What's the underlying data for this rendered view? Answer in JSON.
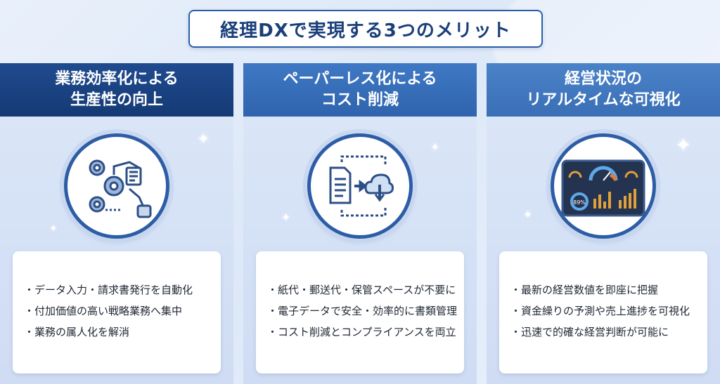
{
  "title": "経理DXで実現する3つのメリット",
  "columns": [
    {
      "heading_line1": "業務効率化による",
      "heading_line2": "生産性の向上",
      "icon": "gears-robot-arm-icon",
      "bullets": [
        "・データ入力・請求書発行を自動化",
        "・付加価値の高い戦略業務へ集中",
        "・業務の属人化を解消"
      ]
    },
    {
      "heading_line1": "ペーパーレス化による",
      "heading_line2": "コスト削減",
      "icon": "document-to-cloud-icon",
      "bullets": [
        "・紙代・郵送代・保管スペースが不要に",
        "・電子データで安全・効率的に書類管理",
        "・コスト削減とコンプライアンスを両立"
      ]
    },
    {
      "heading_line1": "経営状況の",
      "heading_line2": "リアルタイムな可視化",
      "icon": "dashboard-icon",
      "dashboard_percent": "89%",
      "bullets": [
        "・最新の経営数値を即座に把握",
        "・資金繰りの予測や売上進捗を可視化",
        "・迅速で的確な経営判断が可能に"
      ]
    }
  ],
  "colors": {
    "dark_blue": "#153a75",
    "mid_blue": "#2f64ad",
    "light_blue": "#3a6fb6"
  }
}
